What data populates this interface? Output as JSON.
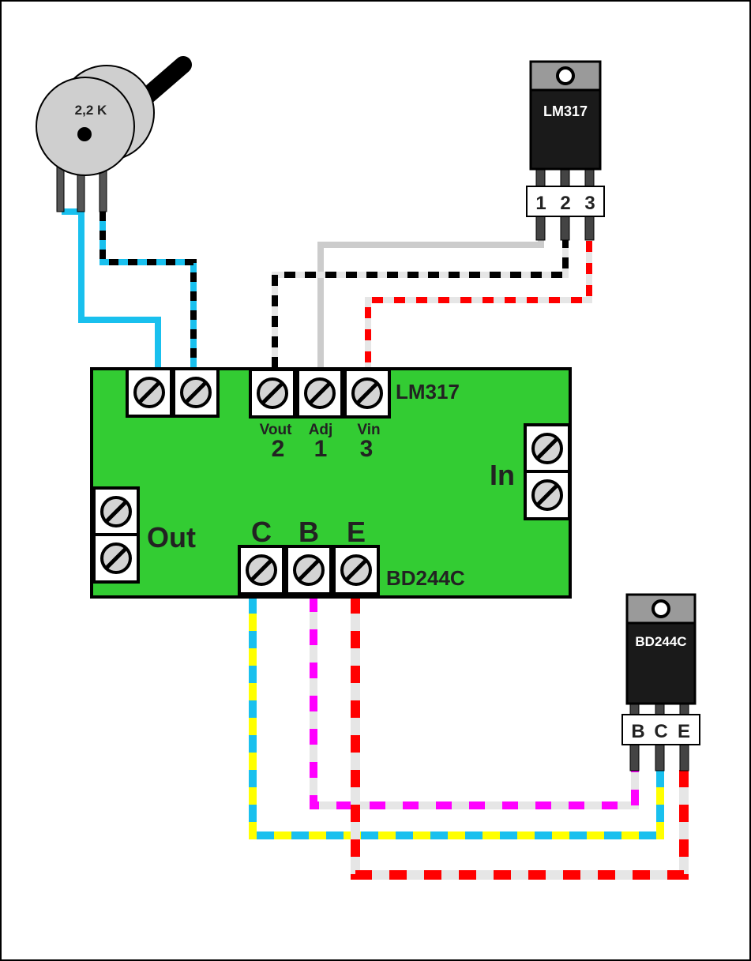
{
  "potentiometer": {
    "value_label": "2,2 K"
  },
  "lm317_chip": {
    "name": "LM317",
    "pins": [
      "1",
      "2",
      "3"
    ]
  },
  "bd244c_chip": {
    "name": "BD244C",
    "pins": [
      "B",
      "C",
      "E"
    ]
  },
  "board": {
    "lm317_block": {
      "label": "LM317",
      "terminals": [
        {
          "name": "Vout",
          "number": "2"
        },
        {
          "name": "Adj",
          "number": "1"
        },
        {
          "name": "Vin",
          "number": "3"
        }
      ]
    },
    "bd244c_block": {
      "label": "BD244C",
      "terminals": [
        "C",
        "B",
        "E"
      ]
    },
    "in_label": "In",
    "out_label": "Out"
  },
  "colors": {
    "board": "#33cc33",
    "wire_blue": "#19c0ee",
    "wire_gray": "#cccccc",
    "wire_red": "#ff0000",
    "wire_yellow": "#ffff00",
    "wire_magenta": "#ff00ff",
    "wire_black": "#000000",
    "chip_body": "#1a1a1a",
    "chip_tab": "#9a9a9a"
  }
}
